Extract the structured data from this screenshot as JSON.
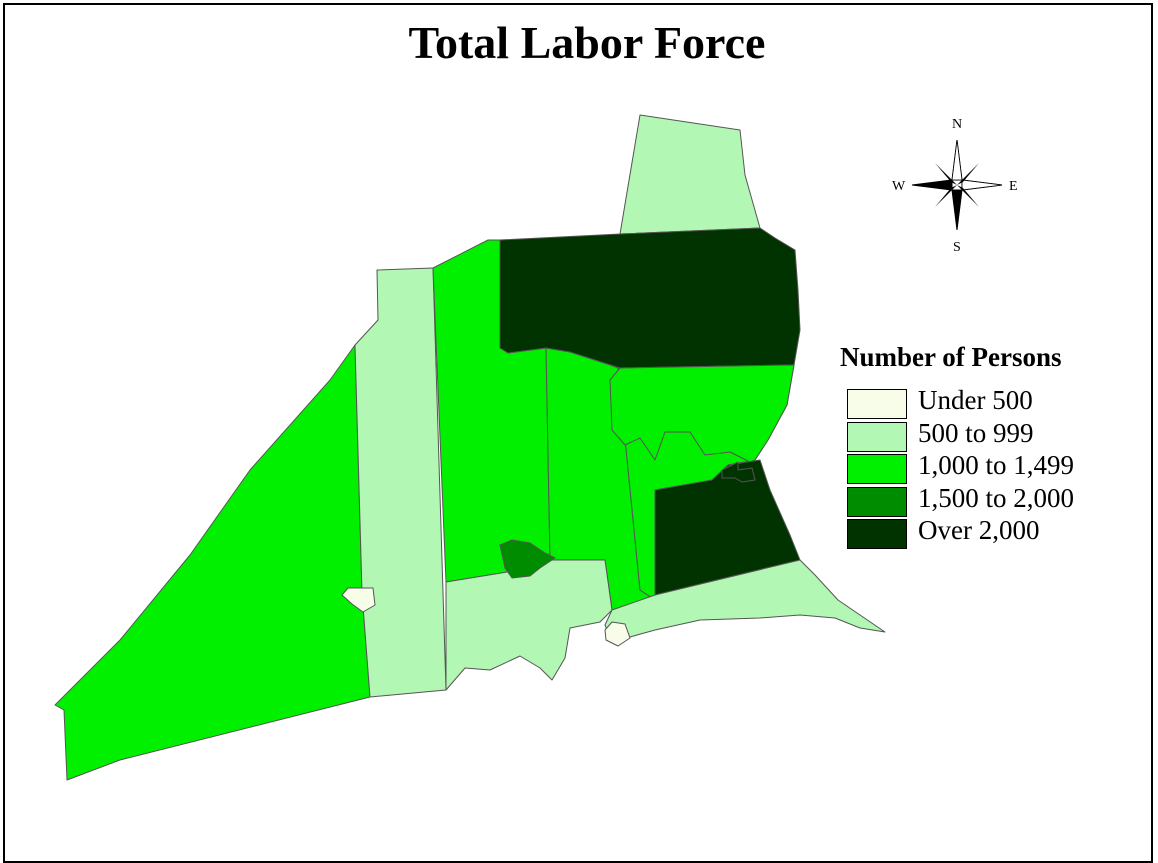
{
  "map": {
    "title": "Total Labor Force",
    "compass": {
      "north": "N",
      "south": "S",
      "east": "E",
      "west": "W"
    },
    "legend": {
      "title": "Number of Persons",
      "items": [
        {
          "label": "Under 500",
          "color": "#f7fde9"
        },
        {
          "label": "500 to 999",
          "color": "#b3f7b4"
        },
        {
          "label": "1,000 to 1,499",
          "color": "#00f000"
        },
        {
          "label": "1,500 to 2,000",
          "color": "#008c00"
        },
        {
          "label": "Over 2,000",
          "color": "#003300"
        }
      ]
    }
  }
}
